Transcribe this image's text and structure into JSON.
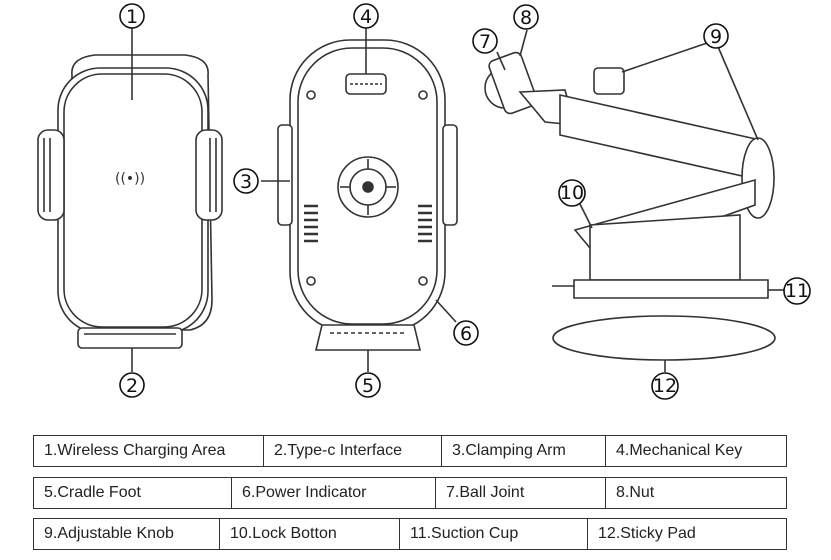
{
  "callouts": [
    "1",
    "2",
    "3",
    "4",
    "5",
    "6",
    "7",
    "8",
    "9",
    "10",
    "11",
    "12"
  ],
  "wireless_symbol": "((•))",
  "legend": {
    "rows": [
      [
        "1.Wireless Charging Area",
        "2.Type-c Interface",
        "3.Clamping Arm",
        "4.Mechanical Key"
      ],
      [
        "5.Cradle Foot",
        "6.Power Indicator",
        "7.Ball Joint",
        "8.Nut"
      ],
      [
        "9.Adjustable Knob",
        "10.Lock Botton",
        "11.Suction Cup",
        "12.Sticky Pad"
      ]
    ]
  }
}
